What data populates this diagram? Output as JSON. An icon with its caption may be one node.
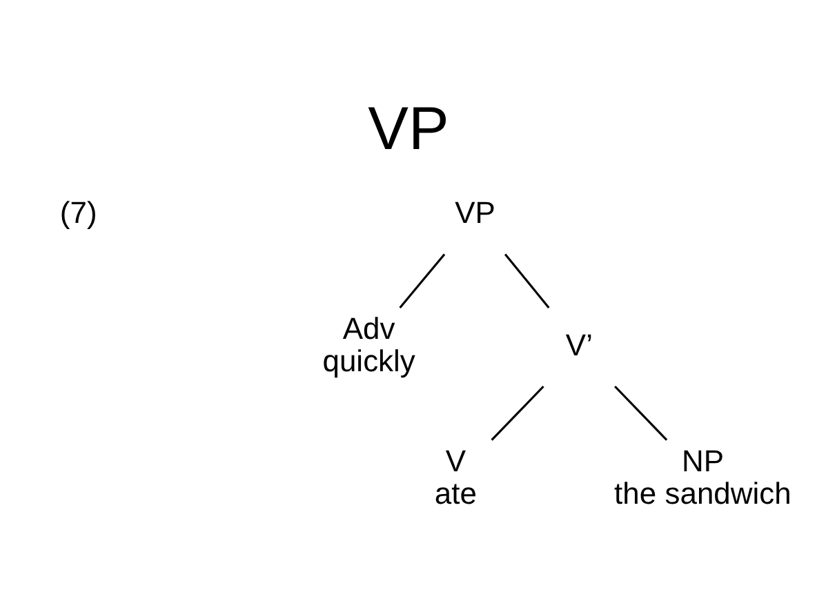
{
  "diagram": {
    "title": "VP",
    "nodes": [
      {
        "text": [
          "VP"
        ]
      },
      {
        "text": [
          "Adv",
          "quickly"
        ]
      },
      {
        "text": [
          "V’"
        ]
      },
      {
        "text": [
          "V",
          "ate"
        ]
      },
      {
        "text": [
          "NP",
          "the sandwich"
        ]
      }
    ],
    "edges": [
      {
        "from": 0,
        "to": 1,
        "arrow": "none"
      },
      {
        "from": 0,
        "to": 2,
        "arrow": "none"
      },
      {
        "from": 2,
        "to": 3,
        "arrow": "none"
      },
      {
        "from": 2,
        "to": 4,
        "arrow": "none"
      }
    ],
    "labels": [
      "(7)"
    ]
  }
}
